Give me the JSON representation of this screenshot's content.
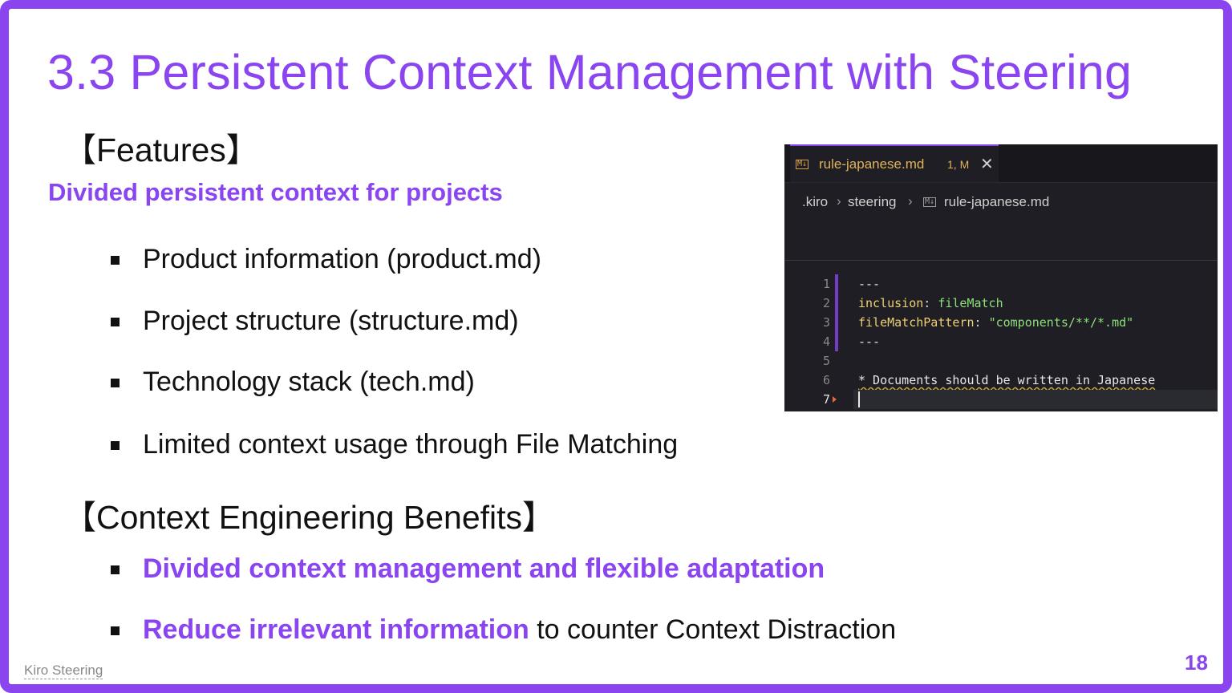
{
  "title": "3.3 Persistent Context Management with Steering",
  "features_heading": "【Features】",
  "features_subtitle": "Divided persistent context for projects",
  "features": [
    "Product information (product.md)",
    "Project structure (structure.md)",
    "Technology stack (tech.md)",
    "Limited context usage through File Matching"
  ],
  "benefits_heading": "【Context Engineering Benefits】",
  "benefits": [
    {
      "highlight": "Divided context management and flexible adaptation",
      "rest": ""
    },
    {
      "highlight": "Reduce irrelevant information",
      "rest": " to counter Context Distraction"
    }
  ],
  "footer": "Kiro Steering",
  "page_number": "18",
  "colors": {
    "accent": "#8a45f0",
    "editor_bg": "#1e1e24"
  },
  "editor": {
    "tab_label": "rule-japanese.md",
    "tab_badge": "1, M",
    "tab_close": "✕",
    "file_icon": "M↓",
    "breadcrumb": [
      ".kiro",
      "steering",
      "rule-japanese.md"
    ],
    "breadcrumb_sep": "›",
    "lines": [
      {
        "num": "1",
        "dash": "---"
      },
      {
        "num": "2",
        "key": "inclusion",
        "colon": ": ",
        "val": "fileMatch"
      },
      {
        "num": "3",
        "key": "fileMatchPattern",
        "colon": ": ",
        "val": "\"components/**/*.md\""
      },
      {
        "num": "4",
        "dash": "---"
      },
      {
        "num": "5"
      },
      {
        "num": "6",
        "text": "* Documents should be written in Japanese"
      },
      {
        "num": "7"
      }
    ]
  }
}
